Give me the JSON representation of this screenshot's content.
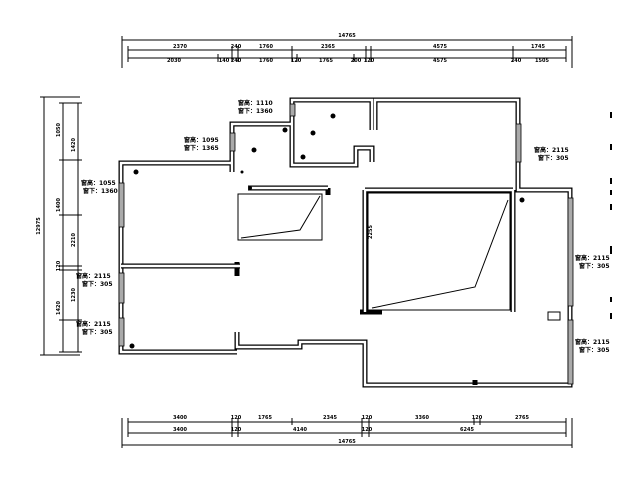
{
  "plan": {
    "top_dimensions": {
      "total": "14765",
      "row1": [
        "2370",
        "240",
        "1760",
        "2365",
        "4575",
        "1745"
      ],
      "row2": [
        "2030",
        "140",
        "240",
        "1760",
        "120",
        "1765",
        "200",
        "120",
        "4575",
        "240",
        "1505"
      ]
    },
    "bottom_dimensions": {
      "row1": [
        "3400",
        "120",
        "1765",
        "2345",
        "120",
        "3360",
        "120",
        "2765"
      ],
      "row2": [
        "3400",
        "120",
        "4140",
        "120",
        "6245"
      ],
      "total": "14765"
    },
    "left_dimensions": {
      "total": "12975",
      "segments": [
        "1050",
        "1400",
        "1420",
        "2210",
        "120",
        "1420",
        "1230"
      ]
    },
    "interior_dimension": "2255",
    "windows": [
      {
        "height": "窗高：1110",
        "sill": "窗下：1360"
      },
      {
        "height": "窗高：1095",
        "sill": "窗下：1365"
      },
      {
        "height": "窗高：1055",
        "sill": "窗下：1360"
      },
      {
        "height": "窗高：2115",
        "sill": "窗下：305"
      },
      {
        "height": "窗高：2115",
        "sill": "窗下：305"
      },
      {
        "height": "窗高：2115",
        "sill": "窗下：305"
      },
      {
        "height": "窗高：2115",
        "sill": "窗下：305"
      },
      {
        "height": "窗高：2115",
        "sill": "窗下：305"
      }
    ]
  }
}
